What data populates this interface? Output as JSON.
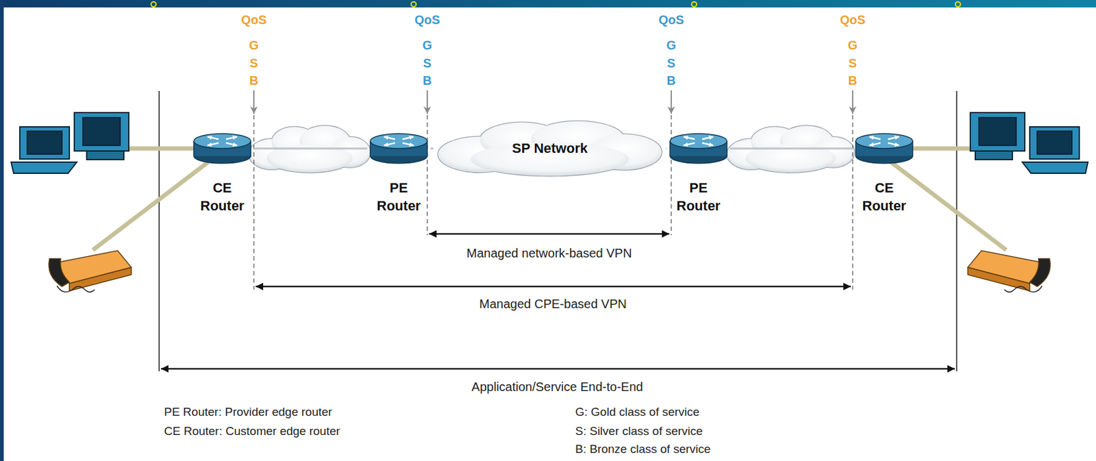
{
  "diagram": {
    "nodes": [
      {
        "text": [
          "CE Router"
        ]
      },
      {
        "text": [
          "PE Router"
        ]
      },
      {
        "text": [
          "SP Network"
        ]
      },
      {
        "text": [
          "PE Router"
        ]
      },
      {
        "text": [
          "CE Router"
        ]
      }
    ],
    "edges": [
      {
        "from": 0,
        "to": 1,
        "arrow": "none"
      },
      {
        "from": 1,
        "to": 2,
        "arrow": "none"
      },
      {
        "from": 2,
        "to": 3,
        "arrow": "none"
      },
      {
        "from": 3,
        "to": 4,
        "arrow": "none"
      }
    ],
    "labels": [
      "QoS",
      "G",
      "S",
      "B",
      "QoS",
      "G",
      "S",
      "B",
      "QoS",
      "G",
      "S",
      "B",
      "QoS",
      "G",
      "S",
      "B",
      "Managed network-based VPN",
      "Managed CPE-based VPN",
      "Application/Service End-to-End",
      "PE Router: Provider edge router",
      "CE Router: Customer edge router",
      "G: Gold class of service",
      "S: Silver class of service",
      "B: Bronze class of service"
    ]
  }
}
